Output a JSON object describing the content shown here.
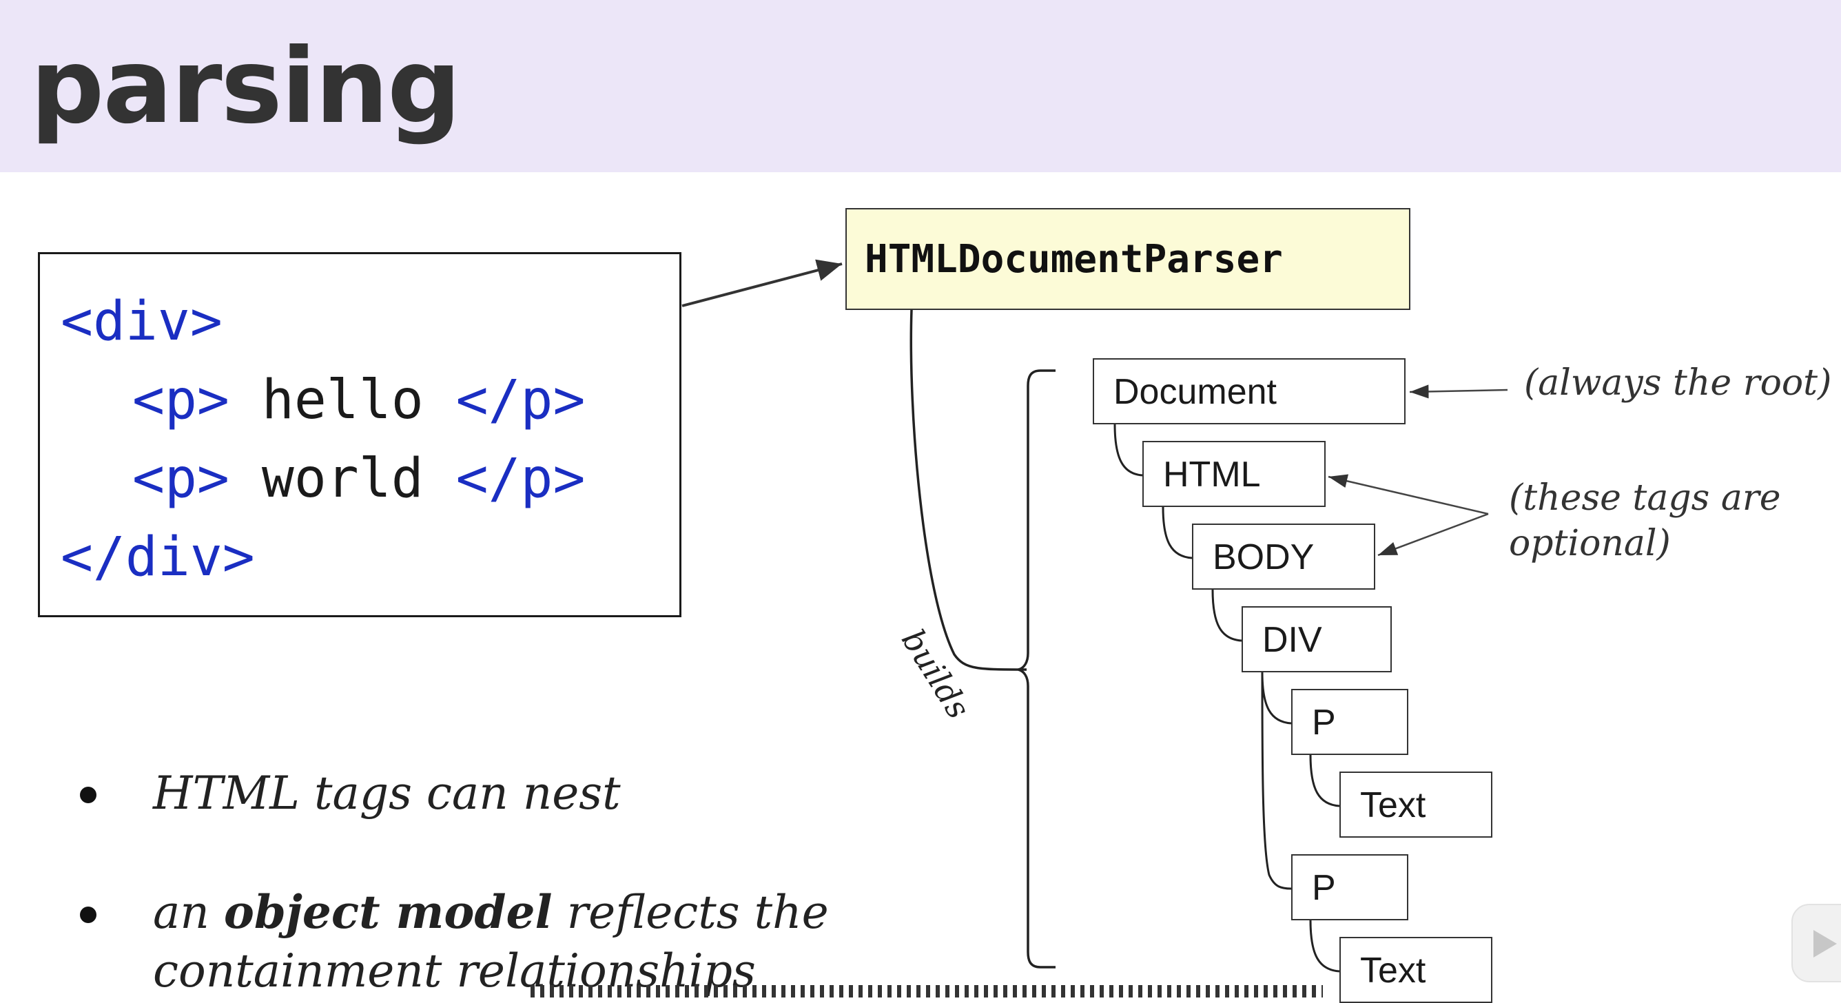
{
  "title": "parsing",
  "code": {
    "line1": {
      "tag": "<div>"
    },
    "line2": {
      "open": "<p>",
      "text": "hello",
      "close": "</p>"
    },
    "line3": {
      "open": "<p>",
      "text": "world",
      "close": "</p>"
    },
    "line4": {
      "tag": "</div>"
    }
  },
  "parser_label": "HTMLDocumentParser",
  "builds_label": "builds",
  "tree": {
    "document": "Document",
    "html": "HTML",
    "body": "BODY",
    "div": "DIV",
    "p1": "P",
    "text1": "Text",
    "p2": "P",
    "text2": "Text"
  },
  "notes": {
    "root": "(always the root)",
    "optional_line1": "(these tags are",
    "optional_line2": "optional)"
  },
  "bullets": {
    "b1": "HTML tags can nest",
    "b2_pre": "an ",
    "b2_bold": "object model",
    "b2_post": " reflects the",
    "b2_line2": "containment relationships"
  },
  "colors": {
    "header_bg": "#ece6f8",
    "code_tag": "#1a2ec2",
    "parser_bg": "#fcfbd7"
  }
}
